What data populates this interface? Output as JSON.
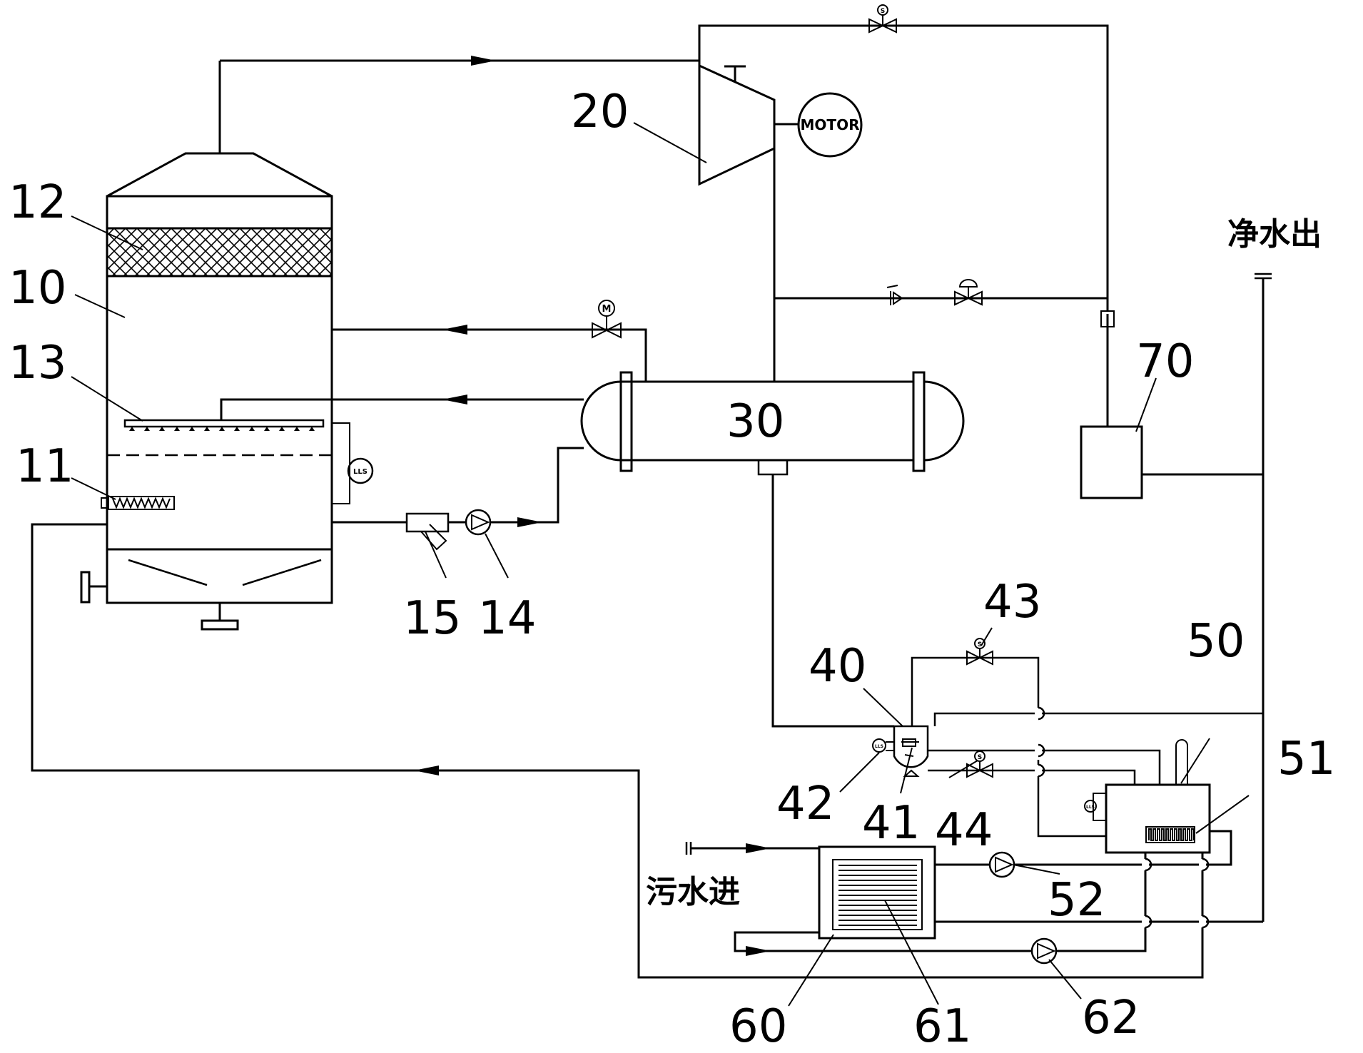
{
  "labels": {
    "tower": "10",
    "heater": "11",
    "demister": "12",
    "spray": "13",
    "pump14": "14",
    "filter15": "15",
    "compressor": "20",
    "exchanger": "30",
    "separator": "40",
    "float41": "41",
    "level42": "42",
    "valve43": "43",
    "valve44": "44",
    "tank50": "50",
    "coil51": "51",
    "pump52": "52",
    "exchanger60": "60",
    "plates61": "61",
    "pump62": "62",
    "unit70": "70"
  },
  "text": {
    "clean_water_out": "净水出",
    "sewage_in": "污水进",
    "motor": "MOTOR",
    "lls": "LLS",
    "m": "M",
    "s": "S"
  }
}
